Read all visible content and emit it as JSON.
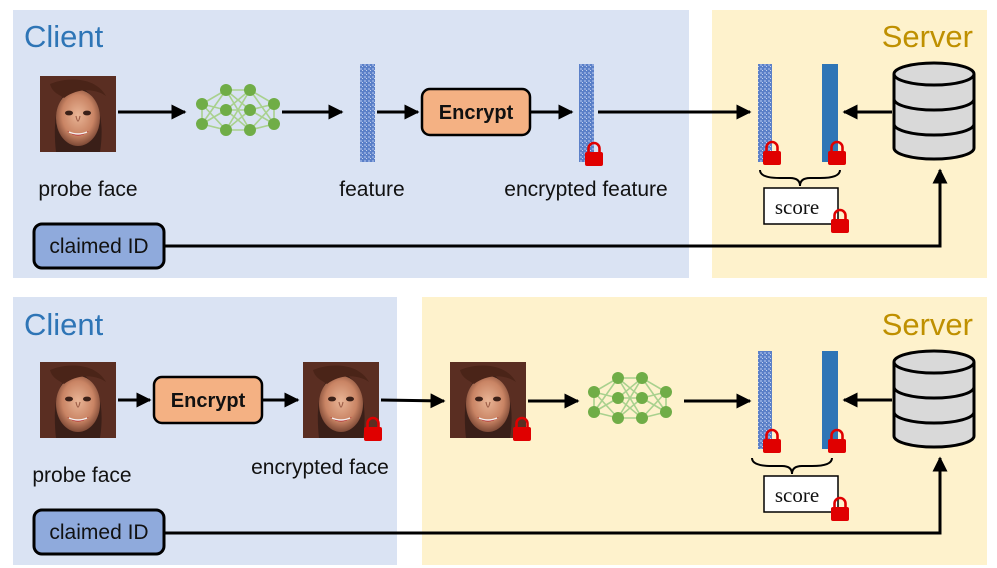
{
  "top": {
    "client_title": "Client",
    "server_title": "Server",
    "probe_label": "probe face",
    "feature_label": "feature",
    "encrypt_label": "Encrypt",
    "encrypted_feature_label": "encrypted feature",
    "score_label": "score",
    "claimed_id_label": "claimed ID"
  },
  "bottom": {
    "client_title": "Client",
    "server_title": "Server",
    "probe_label": "probe face",
    "encrypt_label": "Encrypt",
    "encrypted_face_label": "encrypted face",
    "score_label": "score",
    "claimed_id_label": "claimed ID"
  },
  "colors": {
    "client_bg": "#dae3f3",
    "server_bg": "#fef2cc",
    "client_title": "#2e75b6",
    "server_title": "#bf9000",
    "encrypt_fill": "#f4b183",
    "id_fill": "#8faadc",
    "network_node": "#70ad47",
    "network_edge": "#a9d18e",
    "feature_blue": "#4472c4",
    "template_blue": "#2e75b6",
    "lock_red": "#e00000",
    "db_fill": "#d9d9d9"
  },
  "icons": {
    "network": "neural-network-icon",
    "lock": "lock-icon",
    "database": "database-icon",
    "face": "face-photo-icon"
  }
}
